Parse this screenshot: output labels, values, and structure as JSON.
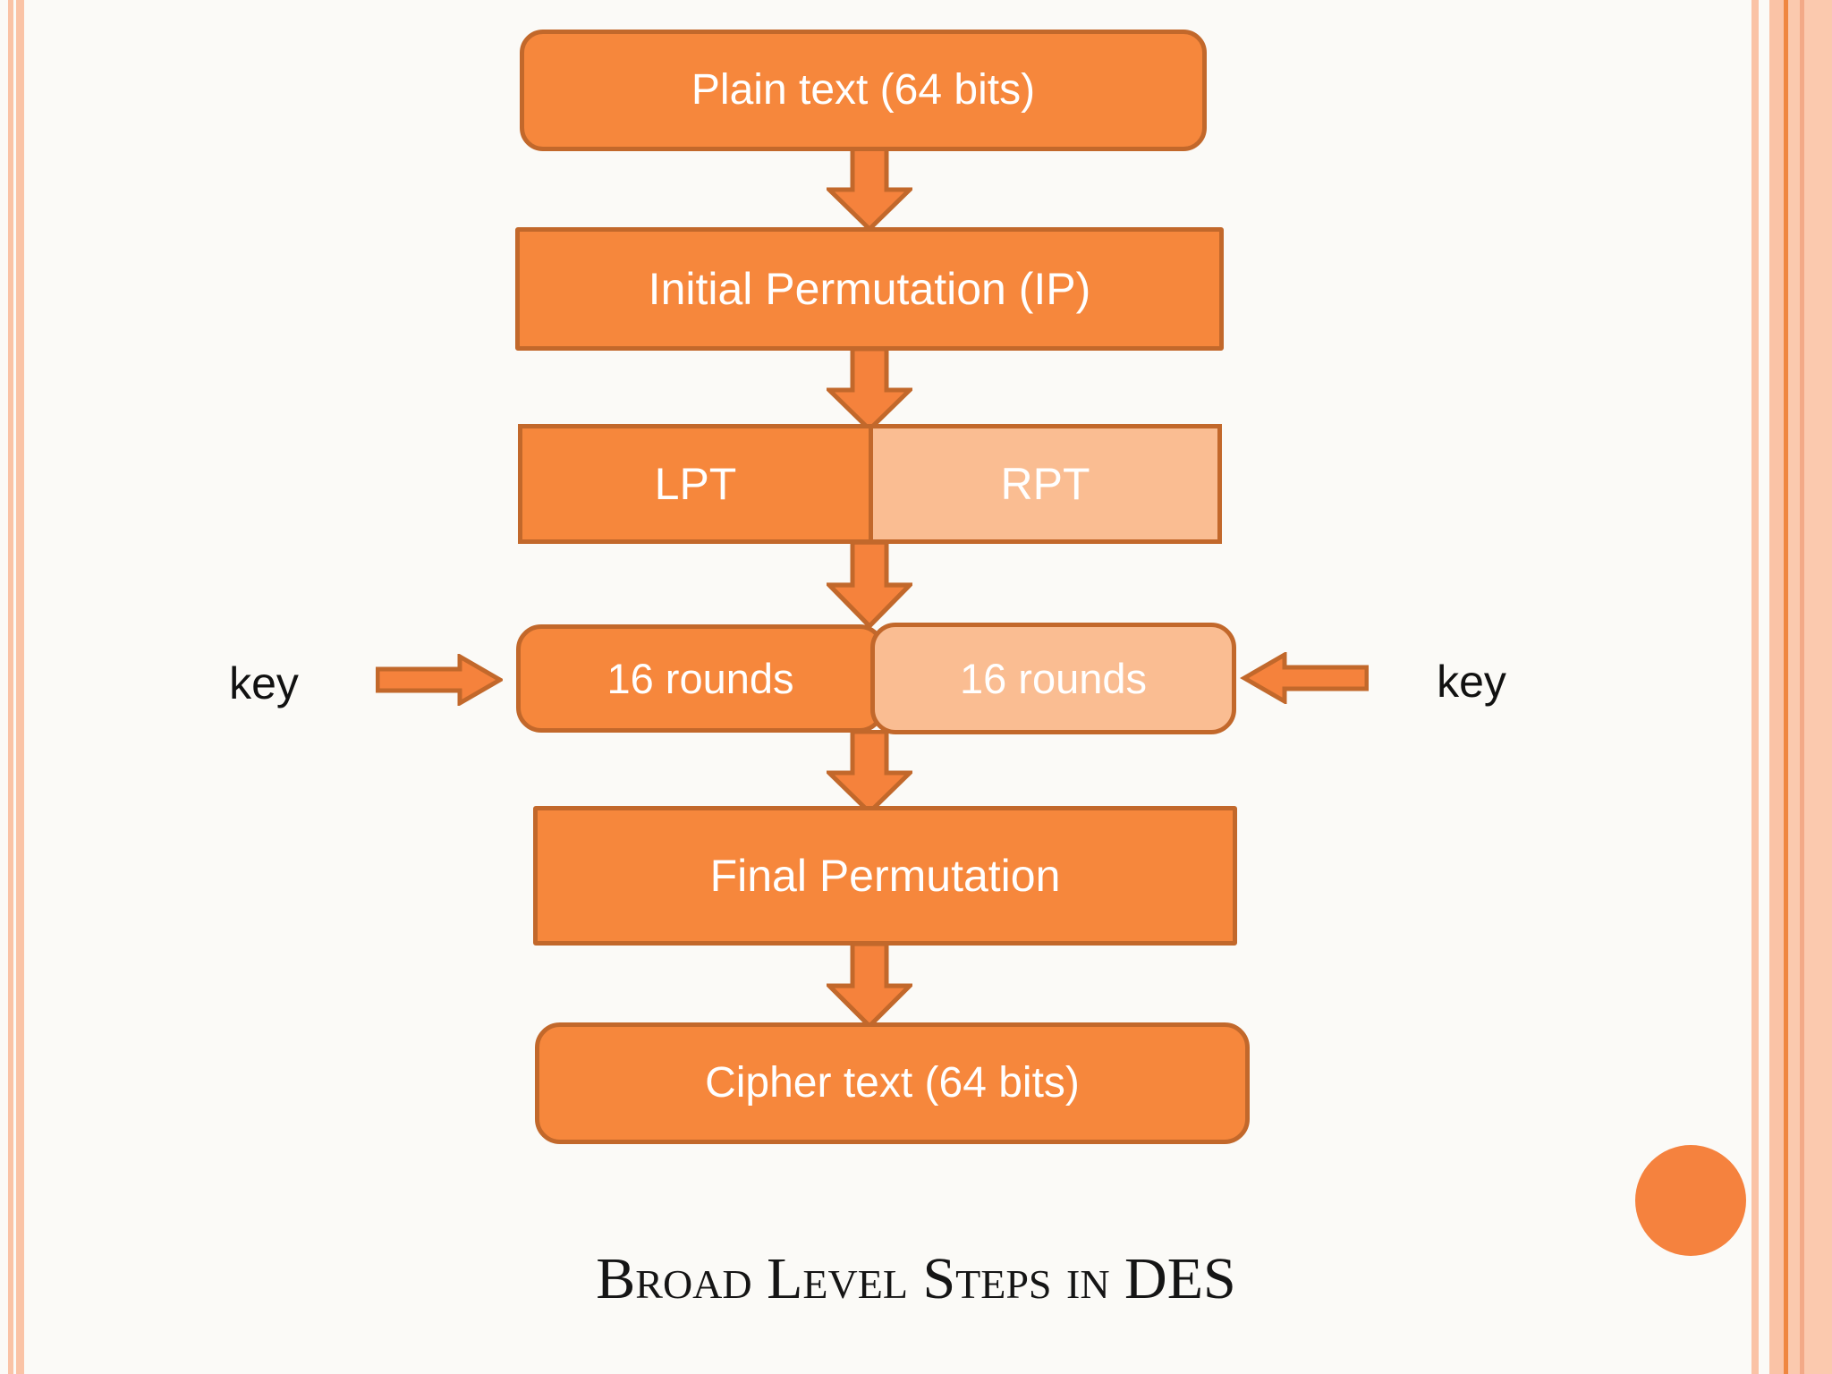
{
  "slide": {
    "title": "Broad Level Steps in DES",
    "background_color": "#FBFAF7",
    "border_stripe_color": "#FAC3A6",
    "border_accent_line_color": "#EF8640",
    "accent_circle_color": "#F5823E"
  },
  "diagram": {
    "flow_boxes": [
      {
        "id": "plain_text",
        "label": "Plain text (64 bits)"
      },
      {
        "id": "initial_permutation",
        "label": "Initial Permutation (IP)"
      },
      {
        "id": "lpt",
        "label": "LPT"
      },
      {
        "id": "rpt",
        "label": "RPT"
      },
      {
        "id": "rounds_left",
        "label": "16 rounds"
      },
      {
        "id": "rounds_right",
        "label": "16 rounds"
      },
      {
        "id": "final_permutation",
        "label": "Final Permutation"
      },
      {
        "id": "cipher_text",
        "label": "Cipher text (64 bits)"
      }
    ],
    "key_labels": {
      "left": "key",
      "right": "key"
    },
    "arrow_icons": [
      "down-arrow-icon",
      "down-arrow-icon",
      "down-arrow-icon",
      "down-arrow-icon",
      "down-arrow-icon",
      "right-arrow-icon",
      "left-arrow-icon"
    ],
    "colors": {
      "box_fill": "#F6873C",
      "box_fill_light": "#FABD92",
      "box_border": "#C2682B",
      "arrow_fill": "#F5823C",
      "box_text": "#FFFFFF",
      "key_text": "#111111",
      "title_text": "#151515"
    }
  }
}
